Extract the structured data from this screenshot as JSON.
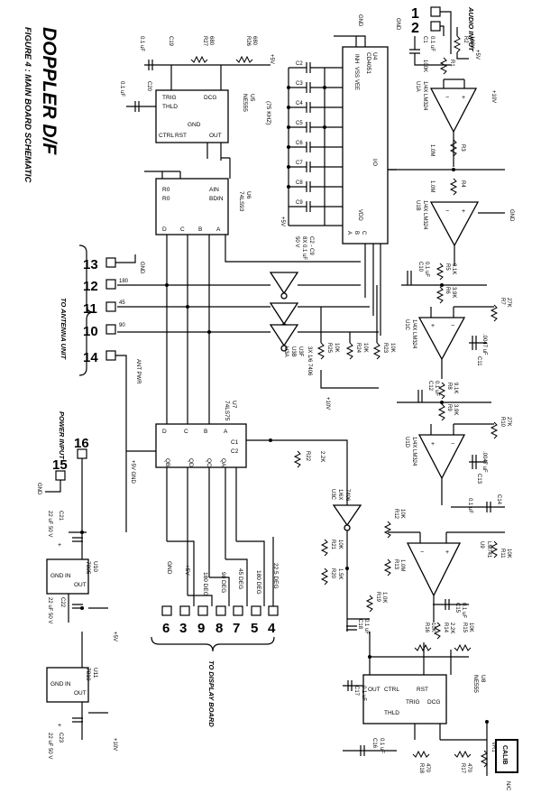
{
  "title": {
    "main": "DOPPLER D/F",
    "sub": "FIGURE 4 : MAIN BOARD SCHEMATIC"
  },
  "groups": {
    "audio_input": "AUDIO INPUT",
    "to_antenna_unit": "TO ANTENNA UNIT",
    "power_input": "POWER INPUT",
    "to_display_board": "TO DISPLAY BOARD"
  },
  "labels": {
    "gnd": "GND",
    "p5v": "+5V",
    "p10v": "+10V",
    "m5v": "-5V",
    "ant_pwr": "ANT PWR",
    "calib": "CALIB",
    "nc": "N/C",
    "freq_75k": "(75 KHZ)",
    "cap_22u": "22 uF 50 V",
    "cap_01u": "0.1 uF"
  },
  "connectors": {
    "audio": [
      "1",
      "2"
    ],
    "antenna": [
      {
        "pin": "13",
        "sig": ""
      },
      {
        "pin": "12",
        "sig": "180"
      },
      {
        "pin": "11",
        "sig": "45"
      },
      {
        "pin": "10",
        "sig": "90"
      },
      {
        "pin": "14",
        "sig": "ANT PWR"
      }
    ],
    "power": [
      "16",
      "15"
    ],
    "display": [
      {
        "pin": "6",
        "sig": "GND"
      },
      {
        "pin": "3",
        "sig": "+5V"
      },
      {
        "pin": "9",
        "sig": "180 DEG"
      },
      {
        "pin": "8",
        "sig": "90 DEG"
      },
      {
        "pin": "7",
        "sig": "45 DEG"
      },
      {
        "pin": "5",
        "sig": "180 DEG"
      },
      {
        "pin": "4",
        "sig": "22.5 DEG"
      }
    ]
  },
  "ics": {
    "u5": {
      "ref": "U5",
      "part": "NE555",
      "pins": [
        "DCG",
        "OUT",
        "TRIG",
        "THLD",
        "CTRL",
        "RST",
        "GND",
        "+V"
      ]
    },
    "u6": {
      "ref": "U6",
      "part": "74LS93",
      "pins": [
        "R0",
        "R0",
        "AIN",
        "BDIN",
        "D",
        "C",
        "B",
        "A"
      ]
    },
    "u4": {
      "ref": "U4",
      "part": "CD4051",
      "pins": [
        "INH",
        "VSS",
        "VEE",
        "VDD",
        "I/O",
        "A",
        "B",
        "C"
      ]
    },
    "u7": {
      "ref": "U7",
      "part": "74LS75",
      "pins": [
        "QB",
        "QD",
        "QC",
        "QA",
        "D",
        "C",
        "B",
        "A",
        "C1",
        "C2"
      ]
    },
    "u8": {
      "ref": "U8",
      "part": "NE555",
      "pins": [
        "RST",
        "OUT",
        "CTRL",
        "TRIG",
        "DCG",
        "THLD"
      ]
    },
    "u9": {
      "ref": "U9",
      "part": "LM741"
    },
    "u1a": {
      "ref": "U1A",
      "part": "1/4X LM324"
    },
    "u1b": {
      "ref": "U1B",
      "part": "1/4X LM324"
    },
    "u1c": {
      "ref": "U1C",
      "part": "1/4X LM324"
    },
    "u1d": {
      "ref": "U1D",
      "part": "1/4X LM324"
    },
    "u3": {
      "ref": "U3",
      "part": "3X 1/6 7406",
      "gates": [
        "U3A",
        "U3B",
        "U3F"
      ]
    },
    "u3c": {
      "ref": "U3C",
      "part": "1/6X 7406"
    },
    "u10": {
      "ref": "U10",
      "part": "7805",
      "pins": [
        "IN",
        "OUT",
        "GND"
      ]
    },
    "u11": {
      "ref": "U11",
      "part": "7810",
      "pins": [
        "IN",
        "OUT",
        "GND"
      ]
    }
  },
  "components": {
    "resistors": [
      {
        "ref": "R26",
        "value": "680"
      },
      {
        "ref": "R27",
        "value": "680"
      },
      {
        "ref": "R2",
        "value": "100K"
      },
      {
        "ref": "R1",
        "value": "100K"
      },
      {
        "ref": "R3",
        "value": "1.0M"
      },
      {
        "ref": "R4",
        "value": "1.0M"
      },
      {
        "ref": "R5",
        "value": "9.1K"
      },
      {
        "ref": "R6",
        "value": "3.9K"
      },
      {
        "ref": "R7",
        "value": "27K"
      },
      {
        "ref": "R8",
        "value": "9.1K"
      },
      {
        "ref": "R9",
        "value": "3.9K"
      },
      {
        "ref": "R10",
        "value": "27K"
      },
      {
        "ref": "R11",
        "value": "10K"
      },
      {
        "ref": "R12",
        "value": "10K"
      },
      {
        "ref": "R13",
        "value": "1.0M"
      },
      {
        "ref": "R14",
        "value": "2.2K"
      },
      {
        "ref": "R15",
        "value": "10K"
      },
      {
        "ref": "R16",
        "value": "10K"
      },
      {
        "ref": "R17",
        "value": "470"
      },
      {
        "ref": "R18",
        "value": "470"
      },
      {
        "ref": "R19",
        "value": "1.0K"
      },
      {
        "ref": "R20",
        "value": "1.5K"
      },
      {
        "ref": "R21",
        "value": "10K"
      },
      {
        "ref": "R22",
        "value": "2.2K"
      },
      {
        "ref": "R23",
        "value": "10K"
      },
      {
        "ref": "R24",
        "value": "10K"
      },
      {
        "ref": "R25",
        "value": "10K"
      },
      {
        "ref": "VR1",
        "value": "25K"
      }
    ],
    "capacitors": [
      {
        "ref": "C19",
        "value": "0.1 uF"
      },
      {
        "ref": "C20",
        "value": "0.1 uF"
      },
      {
        "ref": "C1",
        "value": "0.1 uF"
      },
      {
        "ref": "C2",
        "value": "C2 - C9 8X 0.1 uF 50 V"
      },
      {
        "ref": "C10",
        "value": "0.1 uF"
      },
      {
        "ref": "C11",
        "value": ".0047 uF"
      },
      {
        "ref": "C12",
        "value": "0.1 uF"
      },
      {
        "ref": "C13",
        "value": ".0047 uF"
      },
      {
        "ref": "C14",
        "value": "0.1 uF"
      },
      {
        "ref": "C15",
        "value": "0.1 uF"
      },
      {
        "ref": "C16",
        "value": "0.1 uF"
      },
      {
        "ref": "C17",
        "value": "0.1 uF"
      },
      {
        "ref": "C18",
        "value": "0.1 uF"
      },
      {
        "ref": "C21",
        "value": "22 uF 50 V"
      },
      {
        "ref": "C22",
        "value": "22 uF 50 V"
      },
      {
        "ref": "C23",
        "value": "22 uF 50 V"
      }
    ]
  }
}
